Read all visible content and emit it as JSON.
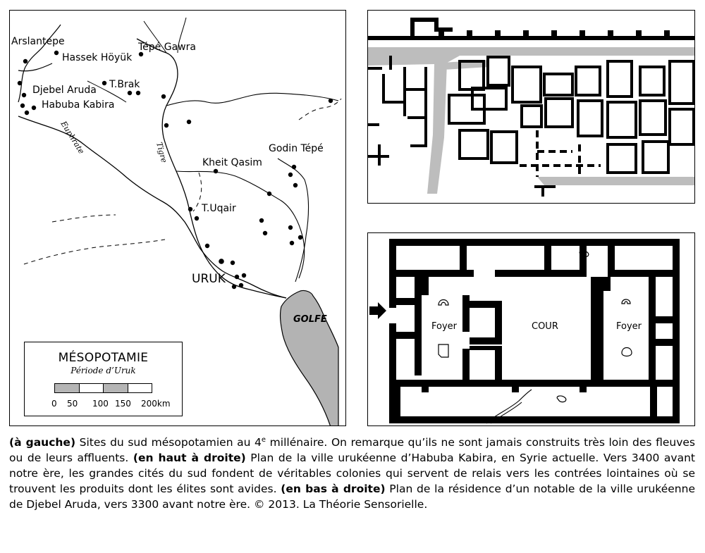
{
  "map": {
    "sites": [
      {
        "name": "Arslantepe",
        "label": "Arslantepe"
      },
      {
        "name": "Hassek Höyük",
        "label": "Hassek Höyük"
      },
      {
        "name": "Tépé Gawra",
        "label": "Tépé Gawra"
      },
      {
        "name": "Djebel Aruda",
        "label": "Djebel Aruda"
      },
      {
        "name": "T.Brak",
        "label": "T.Brak"
      },
      {
        "name": "Habuba Kabira",
        "label": "Habuba Kabira"
      },
      {
        "name": "Godin Tépé",
        "label": "Godin Tépé"
      },
      {
        "name": "Kheit Qasim",
        "label": "Kheit Qasim"
      },
      {
        "name": "T.Uqair",
        "label": "T.Uqair"
      },
      {
        "name": "URUK",
        "label": "URUK"
      }
    ],
    "rivers": {
      "euphrates": "Euphrate",
      "tigris": "Tigre"
    },
    "gulf": "GOLFE",
    "legend": {
      "title": "MÉSOPOTAMIE",
      "subtitle": "Période d’Uruk",
      "scale_labels": [
        "0",
        "50",
        "100",
        "150",
        "200km"
      ]
    }
  },
  "house_plan": {
    "labels": {
      "left_room": "Foyer",
      "court": "COUR",
      "right_room": "Foyer"
    }
  },
  "caption": {
    "part1_bold": "(à gauche)",
    "part1_text": " Sites du sud mésopotamien au 4",
    "superscript": "e",
    "part2_text": " millénaire. On remarque qu’ils ne sont jamais construits très loin des fleuves ou de leurs affluents. ",
    "part3_bold": "(en haut à droite)",
    "part3_text": " Plan de la ville urukéenne d’Habuba Kabira, en Syrie actuelle. Vers 3400 avant notre ère, les grandes cités du sud fondent de véritables colonies qui servent de relais vers les contrées lointaines où se trouvent les produits dont les élites sont avides. ",
    "part4_bold": "(en bas à droite)",
    "part4_text": " Plan de la résidence d’un notable de la ville urukéenne de Djebel Aruda, vers 3300 avant notre ère. © 2013. La Théorie Sensorielle."
  }
}
